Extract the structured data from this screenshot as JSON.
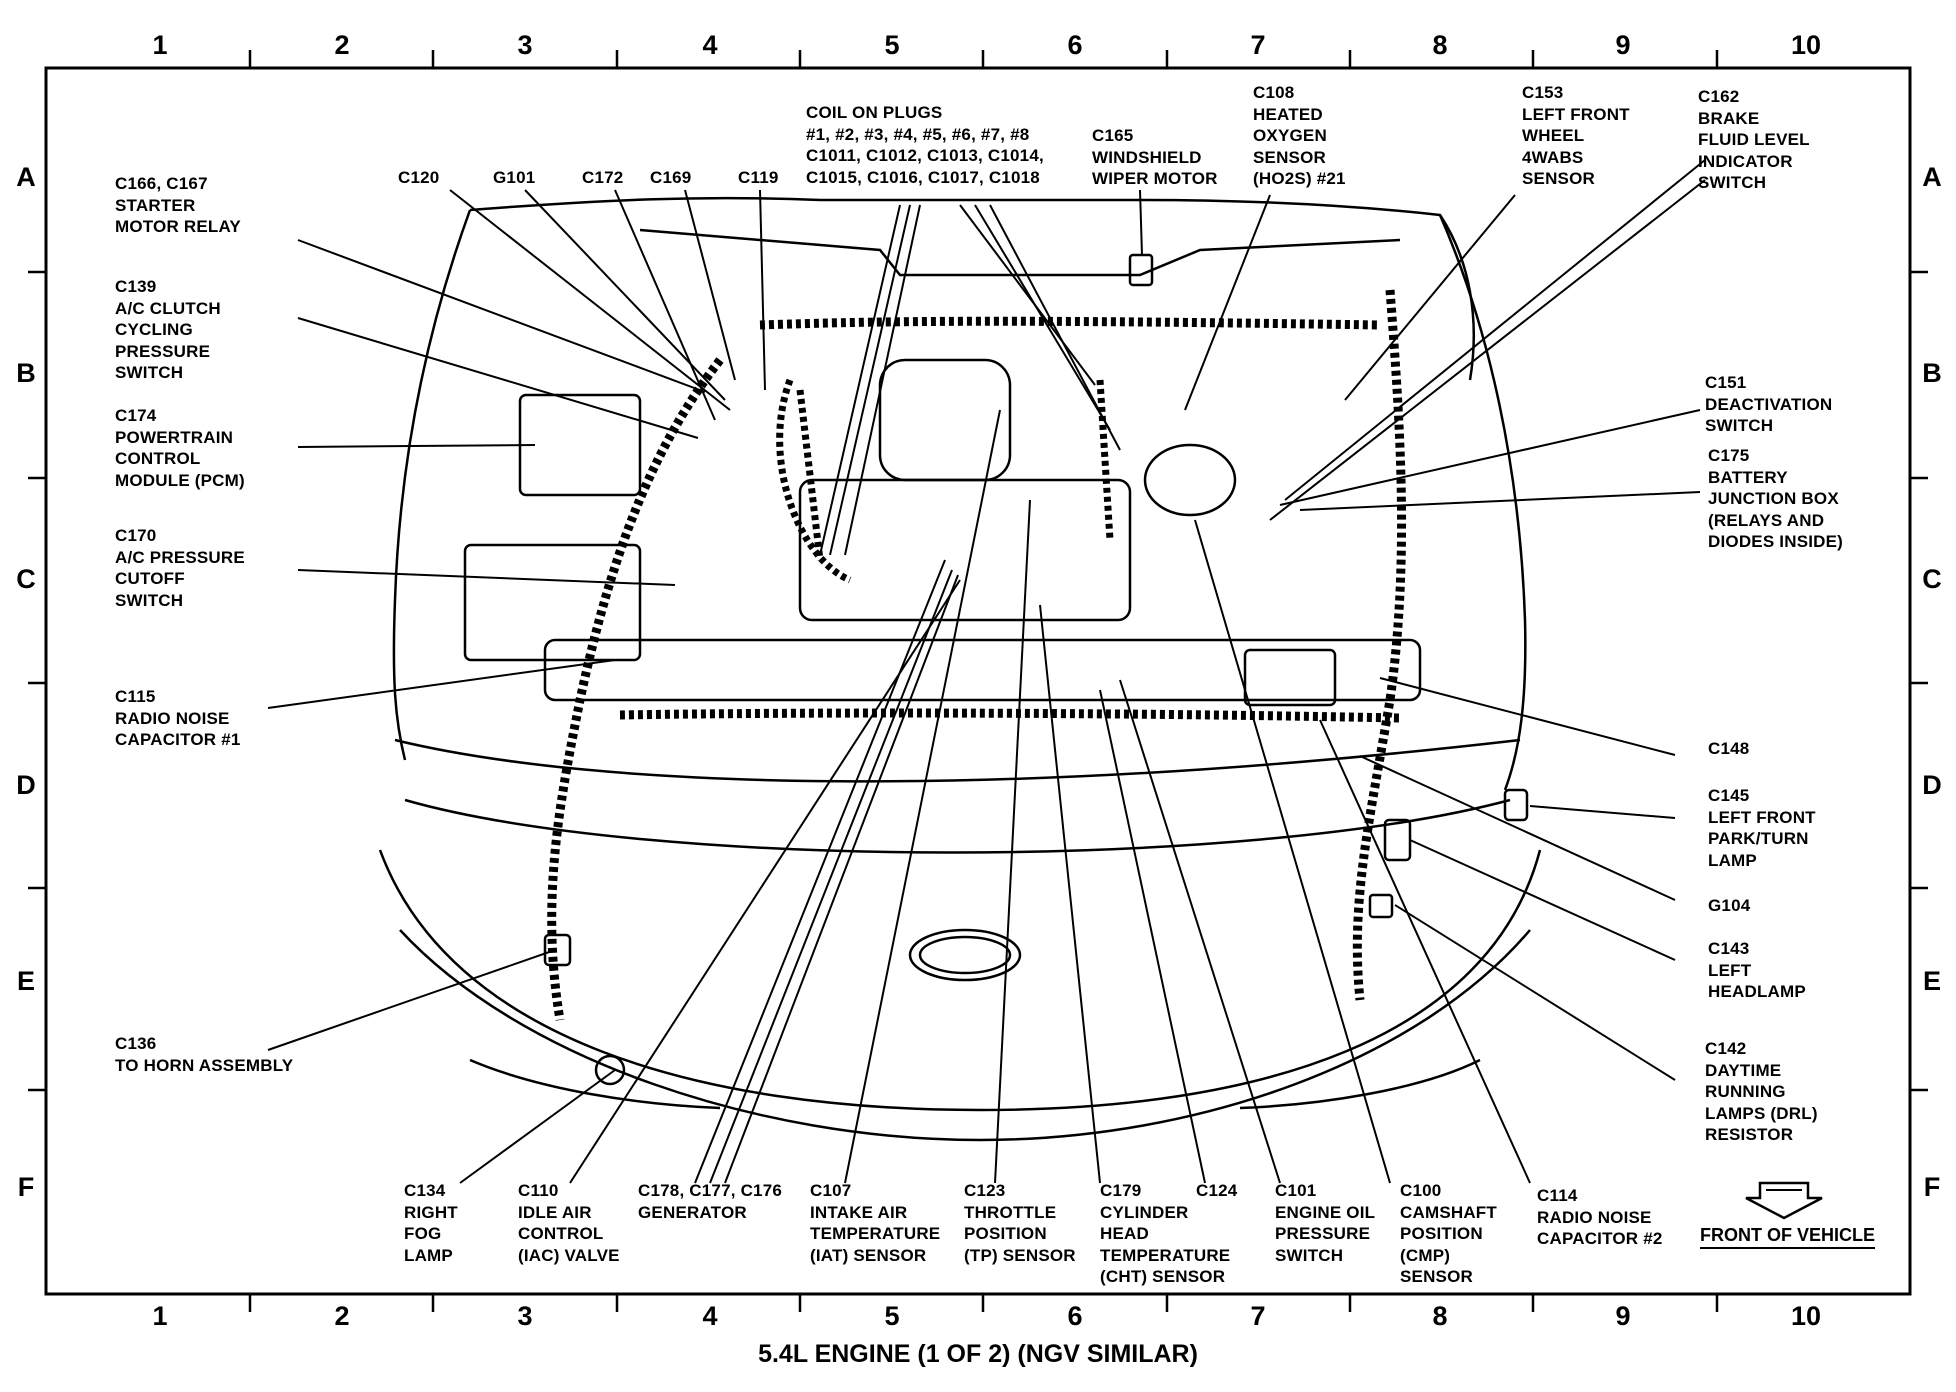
{
  "title": "5.4L ENGINE (1 OF 2) (NGV SIMILAR)",
  "grid_columns": [
    "1",
    "2",
    "3",
    "4",
    "5",
    "6",
    "7",
    "8",
    "9",
    "10"
  ],
  "grid_rows": [
    "A",
    "B",
    "C",
    "D",
    "E",
    "F"
  ],
  "front_of_vehicle": "FRONT OF VEHICLE",
  "labels": {
    "c166": "C166, C167\nSTARTER\nMOTOR RELAY",
    "c139": "C139\nA/C CLUTCH\nCYCLING\nPRESSURE\nSWITCH",
    "c174": "C174\nPOWERTRAIN\nCONTROL\nMODULE (PCM)",
    "c170": "C170\nA/C PRESSURE\nCUTOFF\nSWITCH",
    "c115": "C115\nRADIO NOISE\nCAPACITOR #1",
    "c136": "C136\nTO HORN ASSEMBLY",
    "c120": "C120",
    "g101": "G101",
    "c172": "C172",
    "c169": "C169",
    "c119": "C119",
    "coil": "COIL ON PLUGS\n#1, #2, #3, #4, #5, #6, #7, #8\nC1011, C1012, C1013, C1014,\nC1015, C1016, C1017, C1018",
    "c165": "C165\nWINDSHIELD\nWIPER MOTOR",
    "c108": "C108\nHEATED\nOXYGEN\nSENSOR\n(HO2S) #21",
    "c153": "C153\nLEFT FRONT\nWHEEL\n4WABS\nSENSOR",
    "c162": "C162\nBRAKE\nFLUID LEVEL\nINDICATOR\nSWITCH",
    "c151": "C151\nDEACTIVATION\nSWITCH",
    "c175": "C175\nBATTERY\nJUNCTION BOX\n(RELAYS AND\nDIODES INSIDE)",
    "c148": "C148",
    "c145": "C145\nLEFT FRONT\nPARK/TURN\nLAMP",
    "g104": "G104",
    "c143": "C143\nLEFT\nHEADLAMP",
    "c142": "C142\nDAYTIME\nRUNNING\nLAMPS (DRL)\nRESISTOR",
    "c134": "C134\nRIGHT\nFOG\nLAMP",
    "c110": "C110\nIDLE AIR\nCONTROL\n(IAC) VALVE",
    "c178": "C178, C177, C176\nGENERATOR",
    "c107": "C107\nINTAKE AIR\nTEMPERATURE\n(IAT) SENSOR",
    "c123": "C123\nTHROTTLE\nPOSITION\n(TP) SENSOR",
    "c179": "C179\nCYLINDER\nHEAD\nTEMPERATURE\n(CHT) SENSOR",
    "c124": "C124",
    "c101": "C101\nENGINE OIL\nPRESSURE\nSWITCH",
    "c100": "C100\nCAMSHAFT\nPOSITION\n(CMP)\nSENSOR",
    "c114": "C114\nRADIO NOISE\nCAPACITOR #2"
  },
  "colors": {
    "ink": "#000000",
    "paper": "#ffffff"
  }
}
